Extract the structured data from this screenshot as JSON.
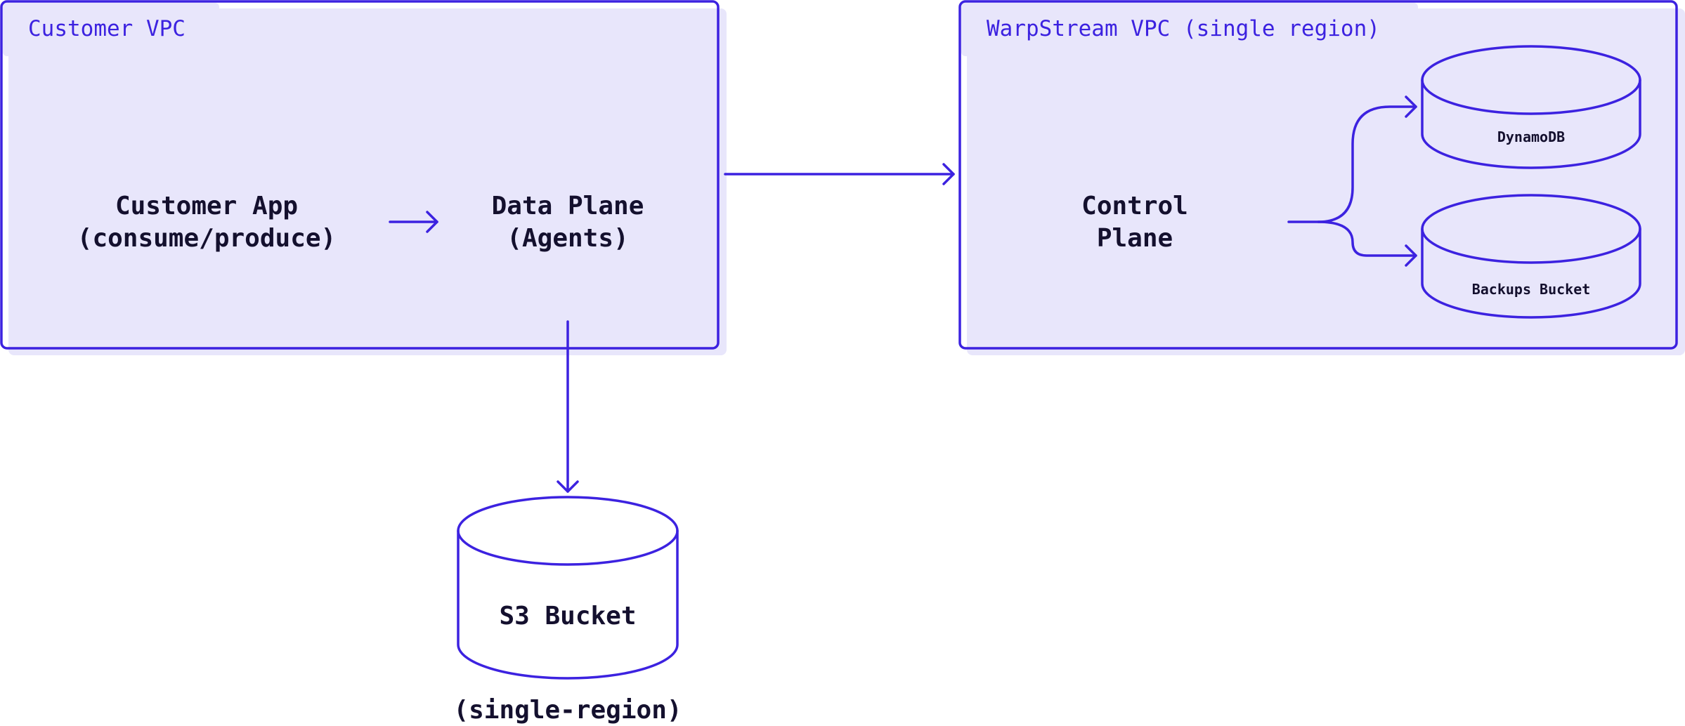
{
  "customer_vpc": {
    "title": "Customer VPC",
    "customer_app": {
      "line1": "Customer App",
      "line2": "(consume/produce)"
    },
    "data_plane": {
      "line1": "Data Plane",
      "line2": "(Agents)"
    }
  },
  "warpstream_vpc": {
    "title": "WarpStream VPC (single region)",
    "control_plane": {
      "line1": "Control",
      "line2": "Plane"
    },
    "dynamodb": {
      "label": "DynamoDB"
    },
    "backups_bucket": {
      "label": "Backups Bucket"
    }
  },
  "s3_bucket": {
    "label": "S3 Bucket",
    "caption": "(single-region)"
  },
  "colors": {
    "accent": "#3c22e0",
    "box_fill": "#e8e6fb",
    "text": "#14102e"
  }
}
